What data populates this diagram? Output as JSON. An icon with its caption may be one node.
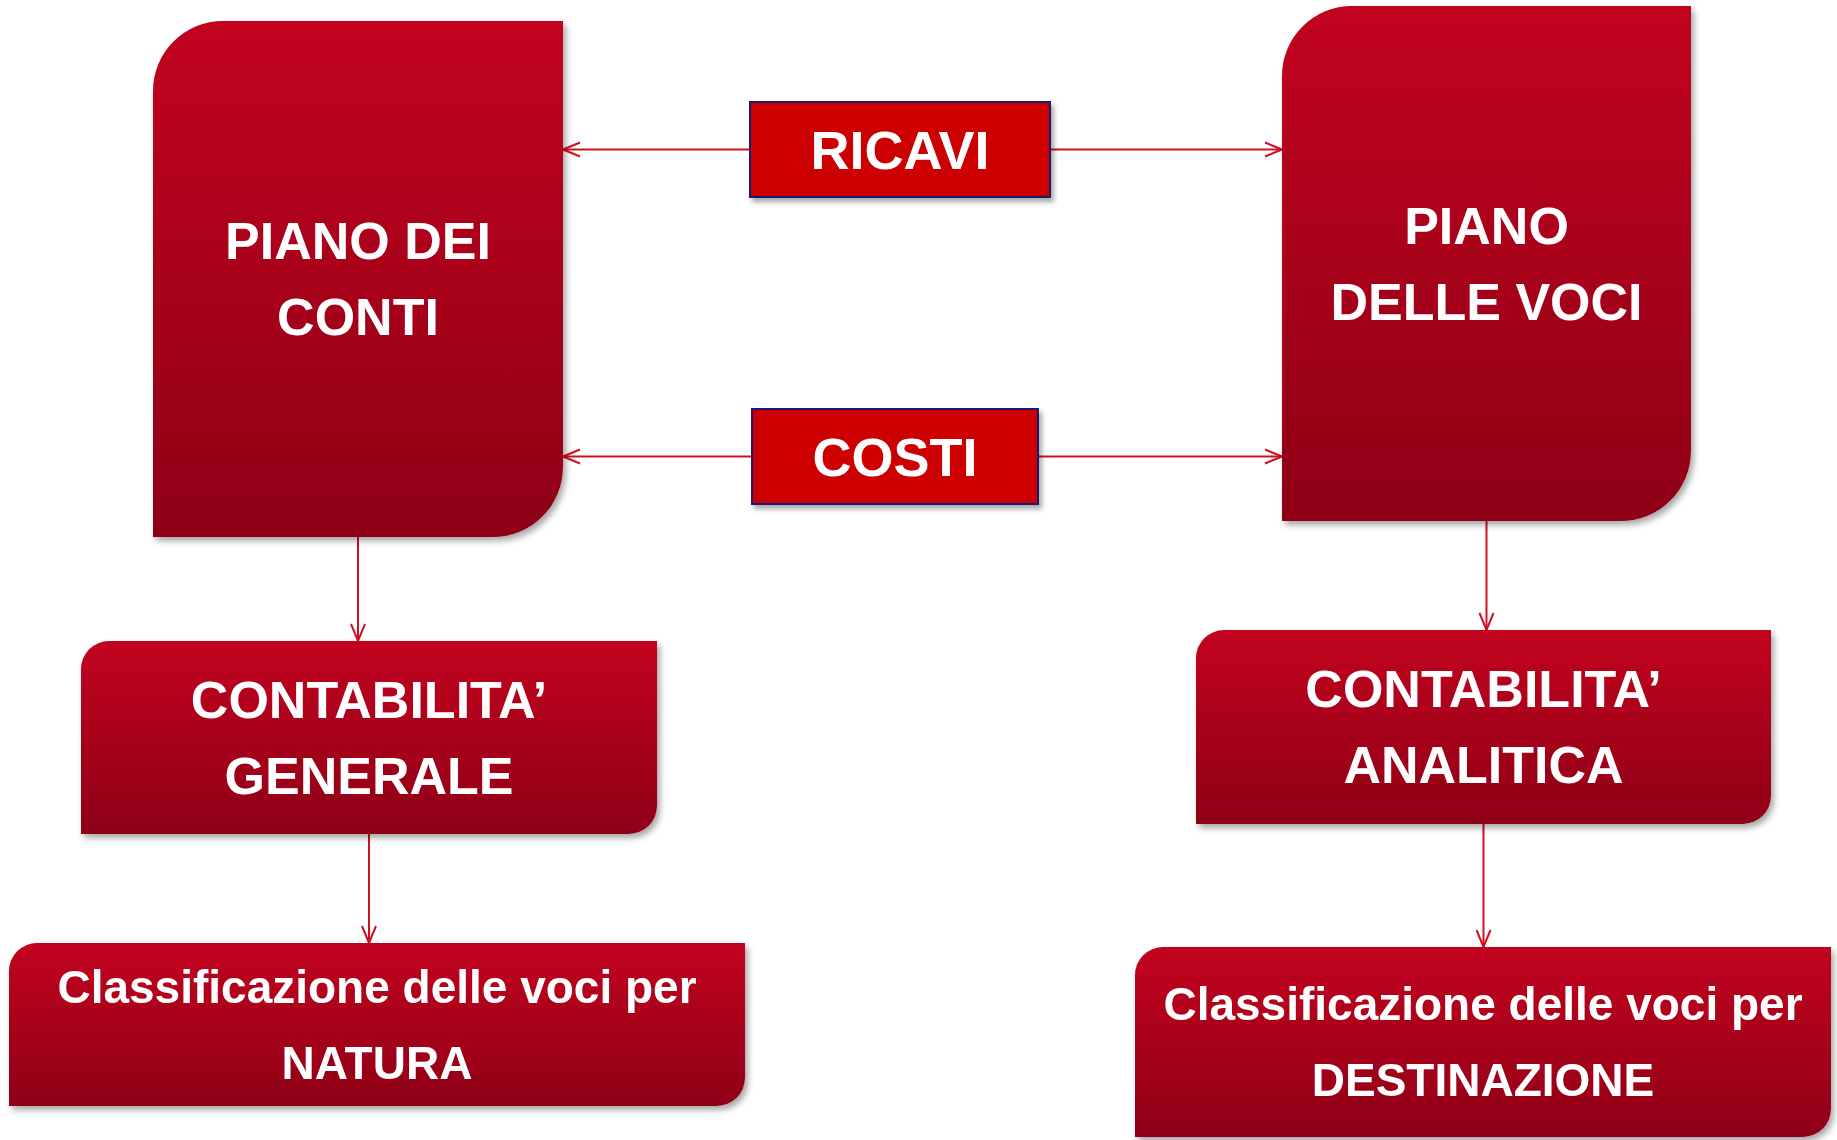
{
  "diagram": {
    "nodes": [
      {
        "text": [
          "PIANO DEI CONTI"
        ]
      },
      {
        "text": [
          "RICAVI"
        ]
      },
      {
        "text": [
          "PIANO DELLE VOCI"
        ]
      },
      {
        "text": [
          "COSTI"
        ]
      },
      {
        "text": [
          "CONTABILITA’ GENERALE"
        ]
      },
      {
        "text": [
          "CONTABILITA’ ANALITICA"
        ]
      },
      {
        "text": [
          "Classificazione delle voci per NATURA"
        ]
      },
      {
        "text": [
          "Classificazione delle voci per DESTINAZIONE"
        ]
      }
    ],
    "edges": [
      {
        "from": 1,
        "to": 0,
        "arrow": "to"
      },
      {
        "from": 1,
        "to": 2,
        "arrow": "to"
      },
      {
        "from": 3,
        "to": 0,
        "arrow": "to"
      },
      {
        "from": 3,
        "to": 2,
        "arrow": "to"
      },
      {
        "from": 0,
        "to": 4,
        "arrow": "to"
      },
      {
        "from": 4,
        "to": 6,
        "arrow": "to"
      },
      {
        "from": 2,
        "to": 5,
        "arrow": "to"
      },
      {
        "from": 5,
        "to": 7,
        "arrow": "to"
      }
    ]
  }
}
